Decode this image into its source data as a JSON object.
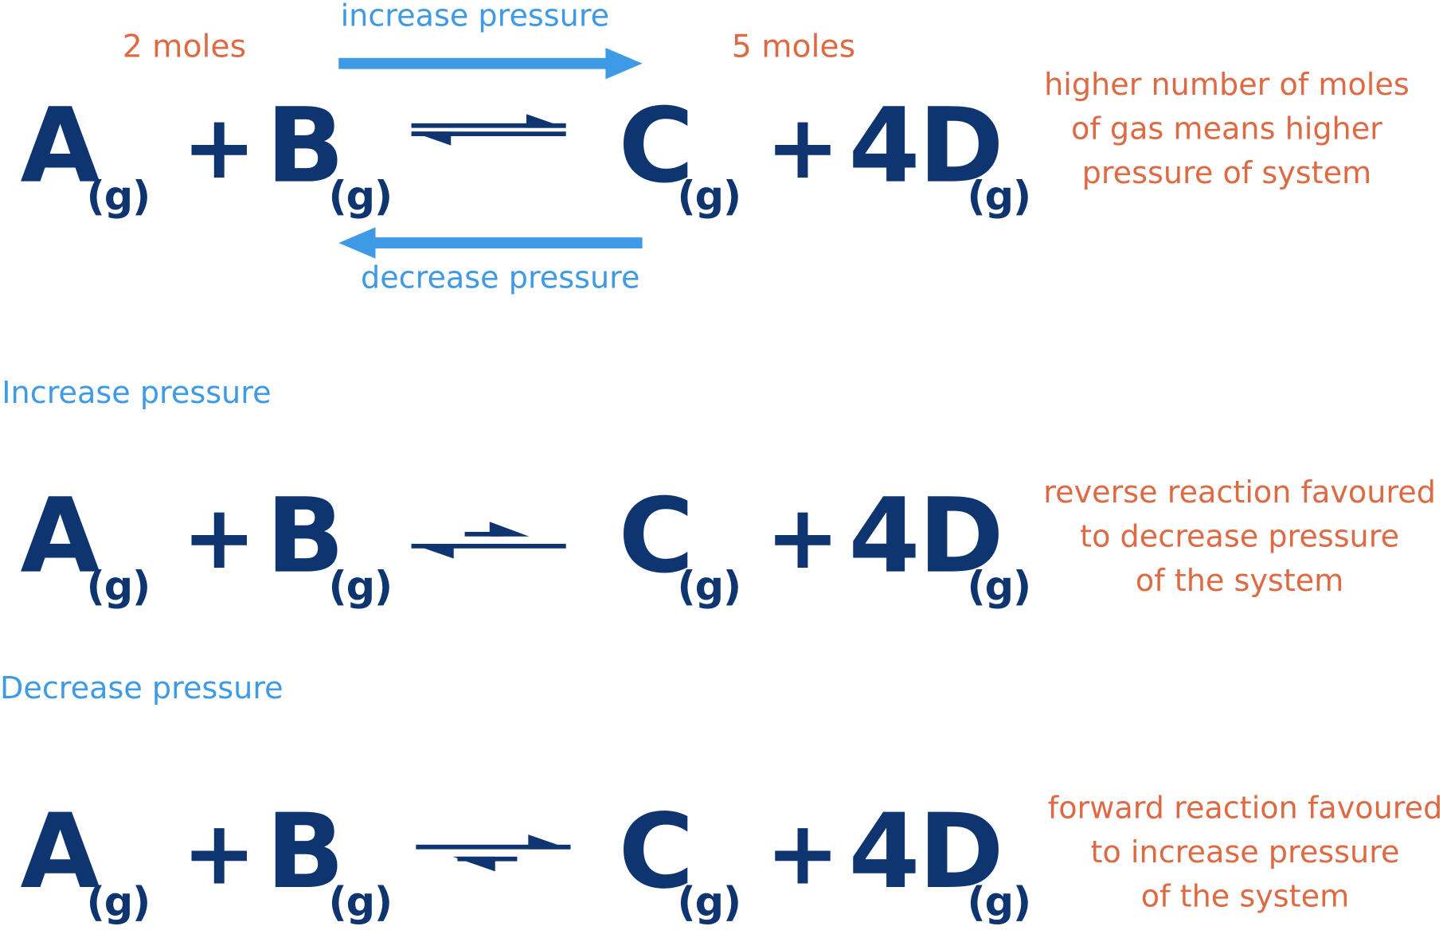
{
  "colors": {
    "species": "#0e3570",
    "pressure_label": "#3f9ae6",
    "annotation": "#de6a44"
  },
  "equation": {
    "reactant_1": "A",
    "reactant_2": "B",
    "product_1": "C",
    "product_2": "4D",
    "state": "(g)",
    "plus": "+"
  },
  "top_section": {
    "reactant_moles": "2 moles",
    "product_moles": "5 moles",
    "forward_arrow_label": "increase pressure",
    "reverse_arrow_label": "decrease pressure",
    "note_lines": [
      "higher number of moles",
      "of gas means higher",
      "pressure of system"
    ]
  },
  "increase_section": {
    "heading": "Increase pressure",
    "favoured": "reverse",
    "note_lines": [
      "reverse reaction favoured",
      "to decrease pressure",
      "of the system"
    ]
  },
  "decrease_section": {
    "heading": "Decrease pressure",
    "favoured": "forward",
    "note_lines": [
      "forward reaction favoured",
      "to increase pressure",
      "of the system"
    ]
  }
}
